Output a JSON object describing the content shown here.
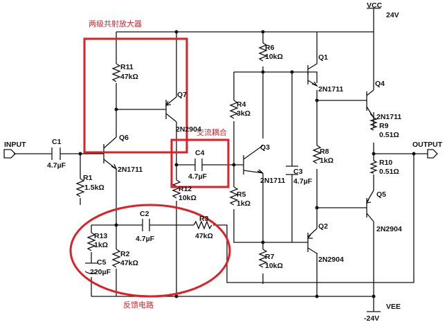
{
  "rails": {
    "vcc_name": "VCC",
    "vcc_value": "24V",
    "vee_name": "VEE",
    "vee_value": "-24V"
  },
  "ports": {
    "input": "INPUT",
    "output": "OUTPUT"
  },
  "annotations": {
    "two_stage_amp": "两级共射放大器",
    "ac_coupling": "交流耦合",
    "feedback": "反馈电路"
  },
  "components": {
    "C1": {
      "name": "C1",
      "value": "4.7µF"
    },
    "C2": {
      "name": "C2",
      "value": "4.7µF"
    },
    "C3": {
      "name": "C3",
      "value": "4.7µF"
    },
    "C4": {
      "name": "C4",
      "value": "4.7µF"
    },
    "C5": {
      "name": "C5",
      "value": "220µF"
    },
    "R1": {
      "name": "R1",
      "value": "1.5kΩ"
    },
    "R2": {
      "name": "R2",
      "value": "47kΩ"
    },
    "R3": {
      "name": "R3",
      "value": "47kΩ"
    },
    "R4": {
      "name": "R4",
      "value": "3kΩ"
    },
    "R5": {
      "name": "R5",
      "value": "1kΩ"
    },
    "R6": {
      "name": "R6",
      "value": "10kΩ"
    },
    "R7": {
      "name": "R7",
      "value": "10kΩ"
    },
    "R8": {
      "name": "R8",
      "value": "1kΩ"
    },
    "R9": {
      "name": "R9",
      "value": "0.51Ω"
    },
    "R10": {
      "name": "R10",
      "value": "0.51Ω"
    },
    "R11": {
      "name": "R11",
      "value": "47kΩ"
    },
    "R12": {
      "name": "R12",
      "value": "10kΩ"
    },
    "R13": {
      "name": "R13",
      "value": "1kΩ"
    },
    "Q1": {
      "name": "Q1",
      "value": "2N1711"
    },
    "Q2": {
      "name": "Q2",
      "value": "2N2904"
    },
    "Q3": {
      "name": "Q3",
      "value": "2N1711"
    },
    "Q4": {
      "name": "Q4",
      "value": "2N1711"
    },
    "Q5": {
      "name": "Q5",
      "value": "2N2904"
    },
    "Q6": {
      "name": "Q6",
      "value": "2N1711"
    },
    "Q7": {
      "name": "Q7",
      "value": "2N2904"
    }
  }
}
